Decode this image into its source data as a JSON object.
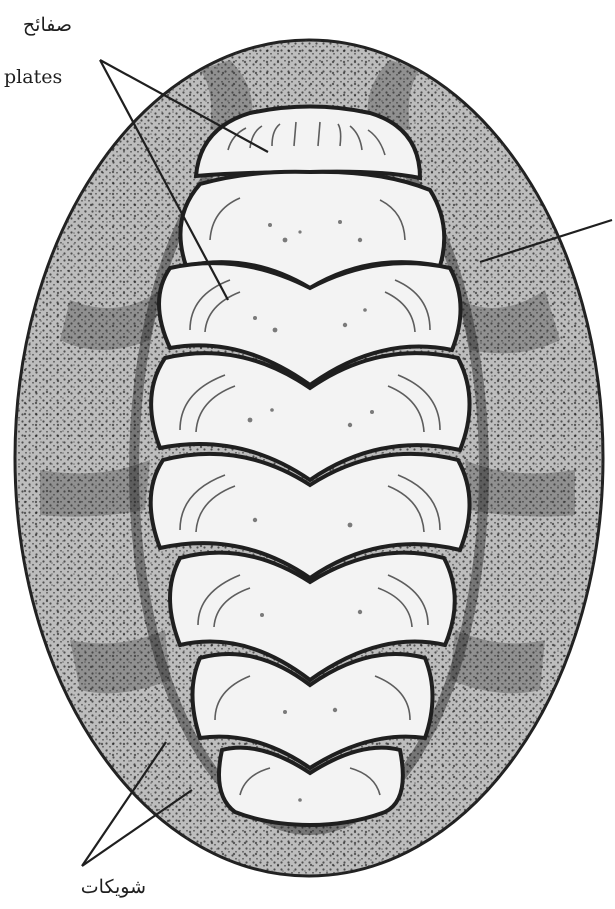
{
  "labels": {
    "plates_arabic": "صفائح",
    "plates_english": "plates",
    "spicules_arabic": "شويكات"
  },
  "colors": {
    "ink": "#1f1f1f",
    "girdle_fill": "#b9b9b9",
    "plate_fill": "#f3f3f3",
    "background": "#ffffff"
  }
}
